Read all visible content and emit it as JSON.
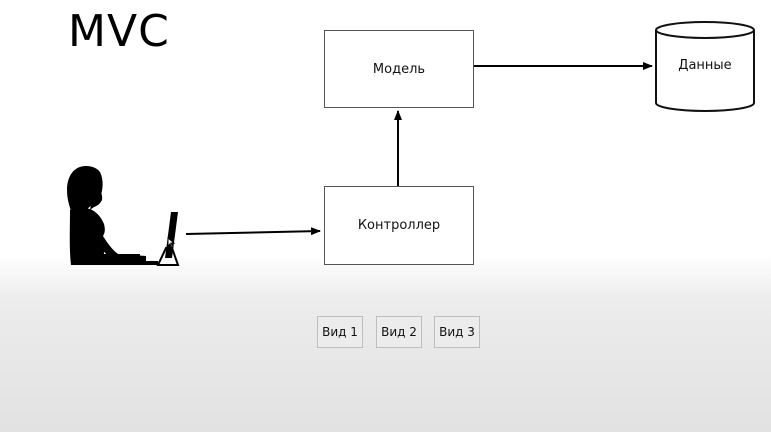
{
  "title": "MVC",
  "nodes": {
    "model": "Модель",
    "controller": "Контроллер",
    "data": "Данные"
  },
  "views": [
    "Вид 1",
    "Вид 2",
    "Вид 3"
  ],
  "icons": {
    "user": "user-at-computer-icon",
    "database": "database-cylinder-icon"
  }
}
